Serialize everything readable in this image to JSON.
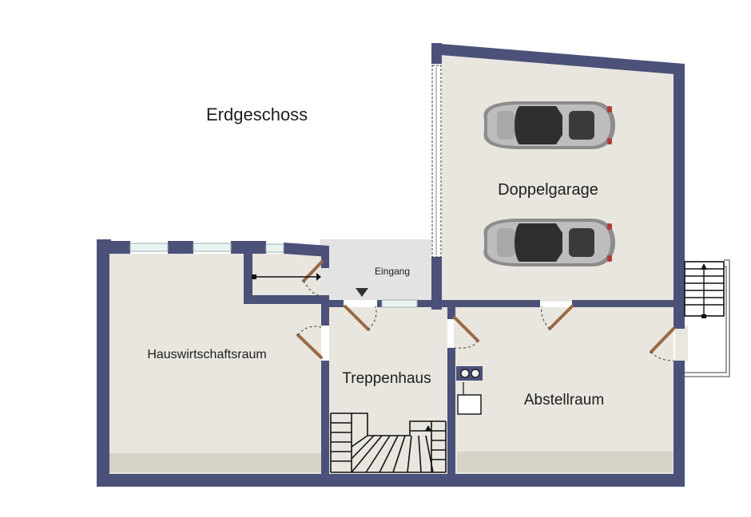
{
  "floor_title": "Erdgeschoss",
  "rooms": {
    "garage": "Doppelgarage",
    "entrance": "Eingang",
    "utility": "Hauswirtschaftsraum",
    "staircase": "Treppenhaus",
    "storage": "Abstellraum"
  },
  "colors": {
    "wall": "#4b5179",
    "floor": "#e8e6de",
    "entrance_floor": "#e3e3e3",
    "door": "#9a6a45"
  },
  "icons": [
    "car-icon",
    "entrance-arrow-icon",
    "stairs-icon",
    "door-icon",
    "window-icon",
    "utility-fixture-icon"
  ]
}
